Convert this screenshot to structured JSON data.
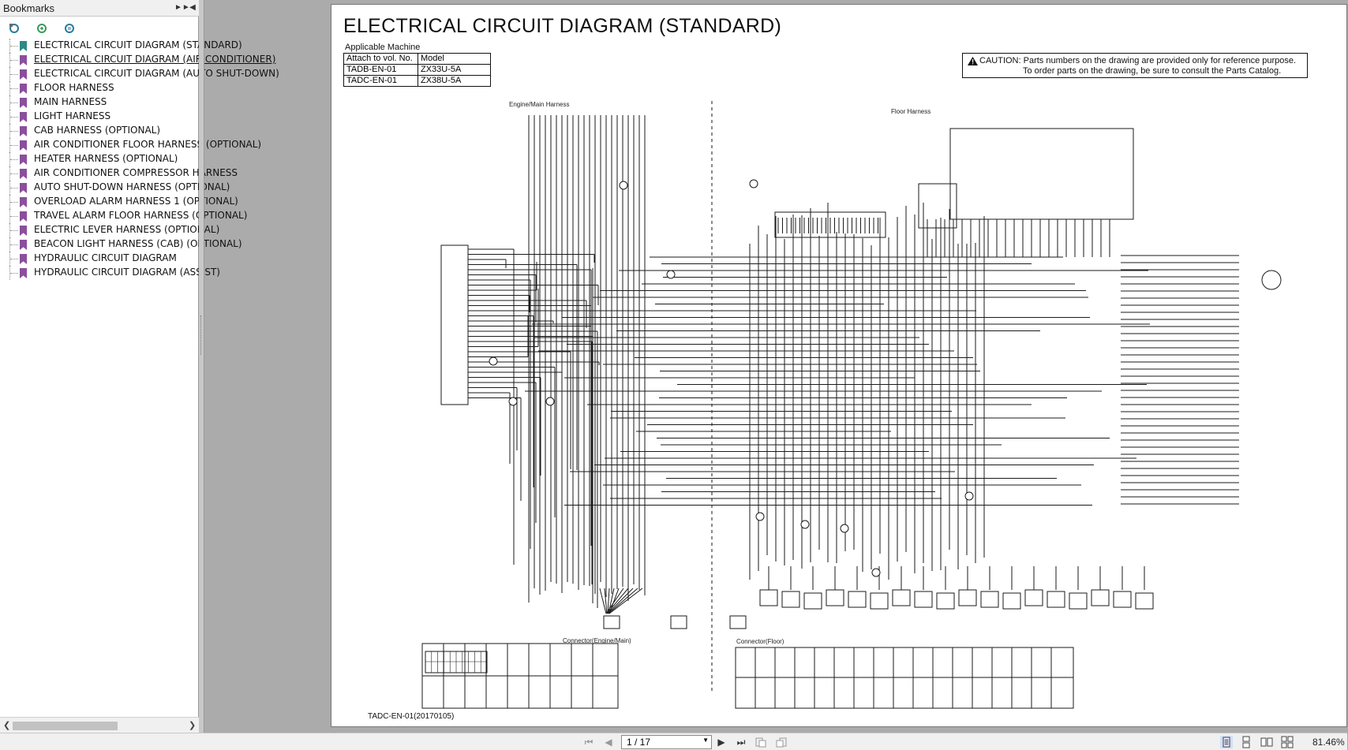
{
  "bookmarks": {
    "title": "Bookmarks",
    "items": [
      {
        "label": "ELECTRICAL CIRCUIT DIAGRAM (STANDARD)",
        "active": true,
        "current": false
      },
      {
        "label": "ELECTRICAL CIRCUIT DIAGRAM  (AIR CONDITIONER)",
        "active": false,
        "current": true
      },
      {
        "label": "ELECTRICAL CIRCUIT DIAGRAM (AUTO SHUT-DOWN)",
        "active": false,
        "current": false
      },
      {
        "label": "FLOOR HARNESS",
        "active": false,
        "current": false
      },
      {
        "label": "MAIN HARNESS",
        "active": false,
        "current": false
      },
      {
        "label": "LIGHT HARNESS",
        "active": false,
        "current": false
      },
      {
        "label": "CAB HARNESS (OPTIONAL)",
        "active": false,
        "current": false
      },
      {
        "label": "AIR CONDITIONER FLOOR HARNESS (OPTIONAL)",
        "active": false,
        "current": false
      },
      {
        "label": "HEATER HARNESS (OPTIONAL)",
        "active": false,
        "current": false
      },
      {
        "label": "AIR CONDITIONER COMPRESSOR HARNESS",
        "active": false,
        "current": false
      },
      {
        "label": "AUTO SHUT-DOWN HARNESS (OPTIONAL)",
        "active": false,
        "current": false
      },
      {
        "label": "OVERLOAD ALARM HARNESS 1 (OPTIONAL)",
        "active": false,
        "current": false
      },
      {
        "label": "TRAVEL ALARM FLOOR HARNESS (OPTIONAL)",
        "active": false,
        "current": false
      },
      {
        "label": "ELECTRIC LEVER HARNESS (OPTIONAL)",
        "active": false,
        "current": false
      },
      {
        "label": "BEACON LIGHT HARNESS (CAB) (OPTIONAL)",
        "active": false,
        "current": false
      },
      {
        "label": "HYDRAULIC CIRCUIT DIAGRAM",
        "active": false,
        "current": false
      },
      {
        "label": "HYDRAULIC CIRCUIT DIAGRAM (ASSIST)",
        "active": false,
        "current": false
      }
    ]
  },
  "document": {
    "title": "ELECTRICAL CIRCUIT DIAGRAM (STANDARD)",
    "applicable_machine": "Applicable Machine",
    "table": {
      "header": [
        "Attach to vol. No.",
        "Model"
      ],
      "rows": [
        [
          "TADB-EN-01",
          "ZX33U-5A"
        ],
        [
          "TADC-EN-01",
          "ZX38U-5A"
        ]
      ]
    },
    "caution_line1": "CAUTION: Parts numbers on the drawing are provided only for reference purpose.",
    "caution_line2": "To order parts on the drawing, be sure to consult the Parts Catalog.",
    "labels": {
      "engine_main_harness": "Engine/Main Harness",
      "floor_harness": "Floor Harness",
      "connector_engine_main": "Connector(Engine/Main)",
      "connector_floor": "Connector(Floor)"
    },
    "footer": "TADC-EN-01(20170105)"
  },
  "statusbar": {
    "page_value": "1 / 17",
    "zoom": "81.46%"
  }
}
